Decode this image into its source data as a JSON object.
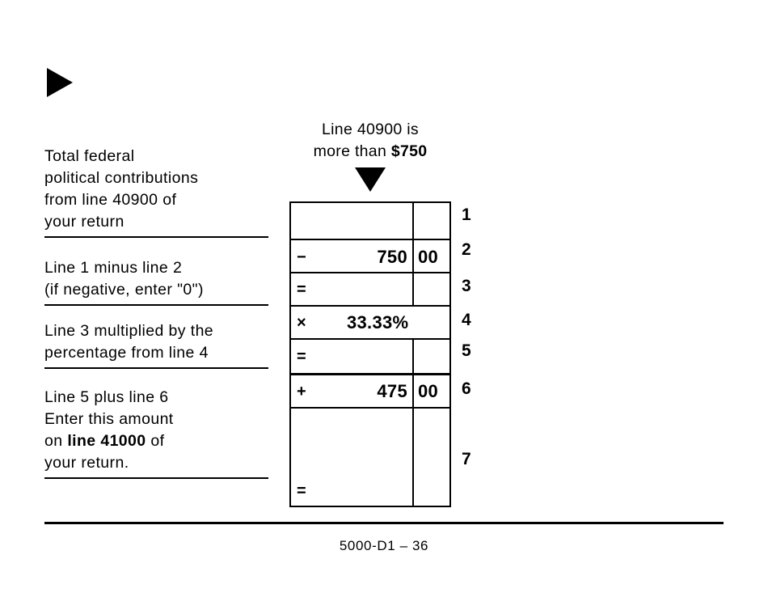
{
  "page": {
    "top_marker_icon": "triangle-right-icon",
    "down_marker_icon": "triangle-down-icon"
  },
  "labels": {
    "block1": {
      "lines": [
        "Total federal",
        "political contributions",
        "from line 40900 of",
        "your return"
      ]
    },
    "block2": {
      "lines": [
        "Line 1 minus line 2",
        "(if negative, enter \"0\")"
      ]
    },
    "block3": {
      "lines": [
        "Line 3 multiplied by the",
        "percentage from line 4"
      ]
    },
    "block4": {
      "line1": "Line 5 plus line 6",
      "line2": "Enter this amount",
      "line3_prefix": "on ",
      "line3_bold": "line 41000",
      "line3_suffix": " of",
      "line4": "your return."
    }
  },
  "table_note": {
    "line1": "Line 40900 is",
    "line2_prefix": "more than ",
    "line2_bold": "$750"
  },
  "worksheet": {
    "rows": [
      {
        "number": "1",
        "operator": "",
        "dollars": "",
        "cents": ""
      },
      {
        "number": "2",
        "operator": "−",
        "dollars": "750",
        "cents": "00"
      },
      {
        "number": "3",
        "operator": "=",
        "dollars": "",
        "cents": ""
      },
      {
        "number": "4",
        "operator": "×",
        "percent": "33.33%"
      },
      {
        "number": "5",
        "operator": "=",
        "dollars": "",
        "cents": ""
      },
      {
        "number": "6",
        "operator": "+",
        "dollars": "475",
        "cents": "00"
      },
      {
        "number": "7",
        "operator": "=",
        "dollars": "",
        "cents": ""
      }
    ]
  },
  "footer": {
    "text": "5000-D1 – 36"
  }
}
